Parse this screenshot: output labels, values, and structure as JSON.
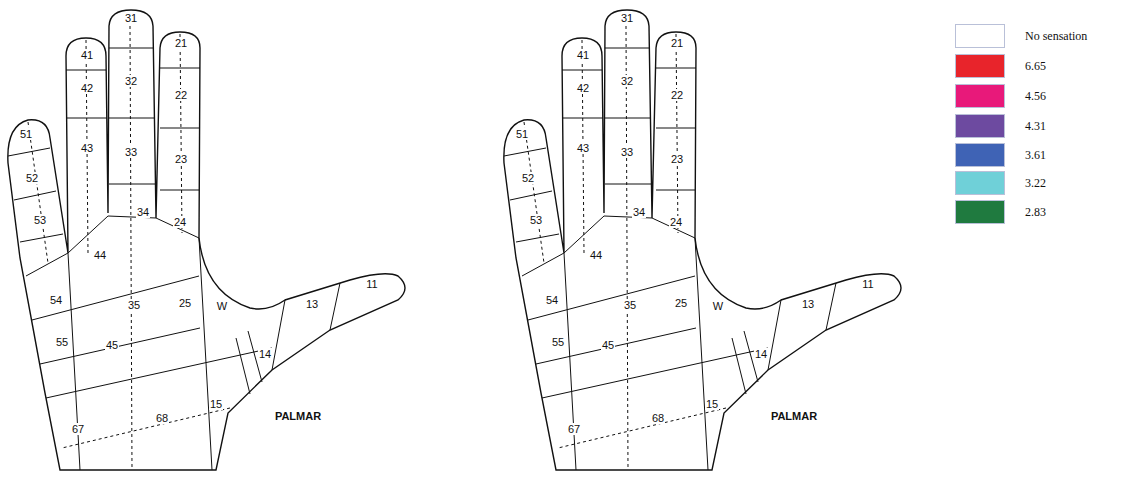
{
  "diagram": {
    "labels": [
      "31",
      "41",
      "21",
      "32",
      "42",
      "22",
      "51",
      "33",
      "43",
      "23",
      "52",
      "53",
      "34",
      "24",
      "44",
      "54",
      "35",
      "25",
      "W",
      "11",
      "13",
      "55",
      "45",
      "14",
      "67",
      "68",
      "15",
      "PALMAR",
      "31",
      "41",
      "21",
      "32",
      "42",
      "22",
      "51",
      "33",
      "43",
      "23",
      "52",
      "53",
      "34",
      "24",
      "44",
      "54",
      "35",
      "25",
      "W",
      "11",
      "13",
      "55",
      "45",
      "14",
      "67",
      "68",
      "15",
      "PALMAR"
    ],
    "legend": [
      {
        "text": "No sensation",
        "color": "#ffffff"
      },
      {
        "text": "6.65",
        "color": "#e8242b"
      },
      {
        "text": "4.56",
        "color": "#e8197a"
      },
      {
        "text": "4.31",
        "color": "#6d4aa0"
      },
      {
        "text": "3.61",
        "color": "#3f63b5"
      },
      {
        "text": "3.22",
        "color": "#6fd0d8"
      },
      {
        "text": "2.83",
        "color": "#1f7a3f"
      }
    ]
  }
}
